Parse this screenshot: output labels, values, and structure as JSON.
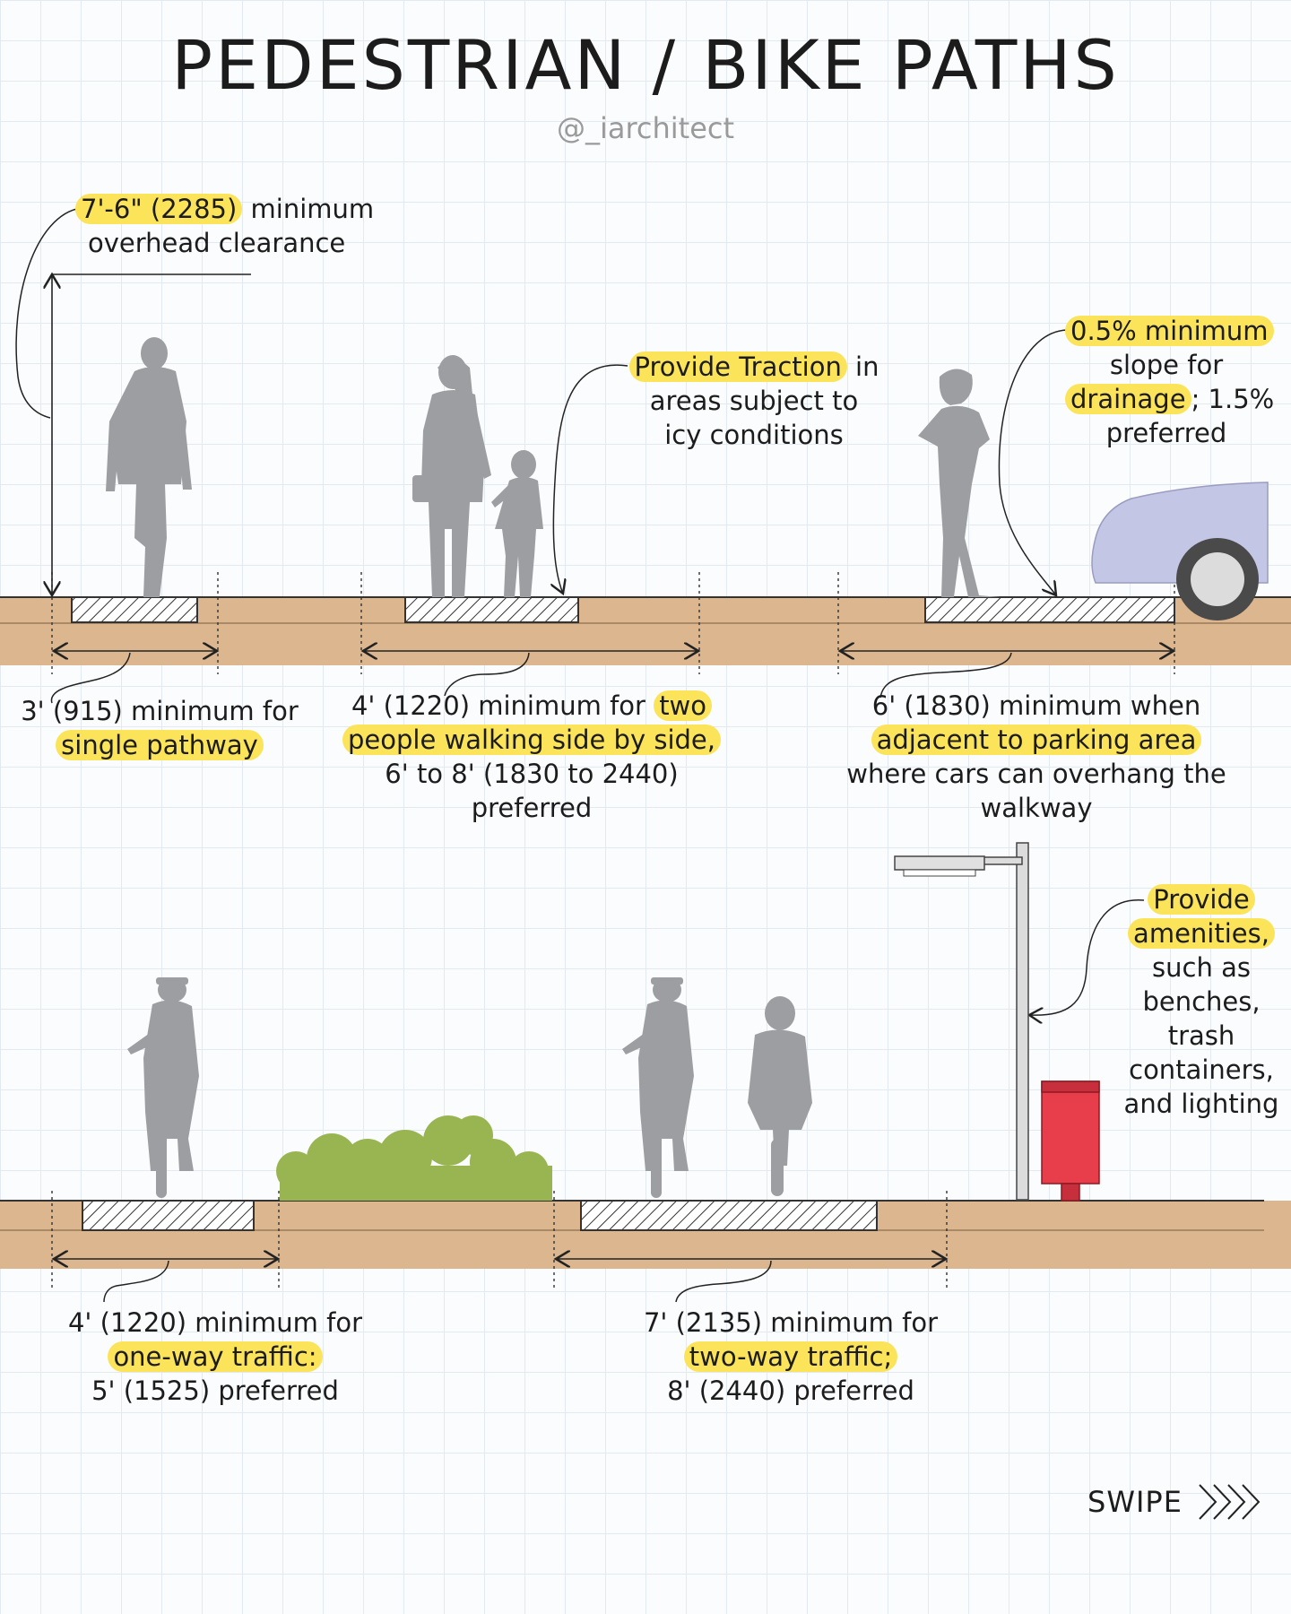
{
  "title": "PEDESTRIAN / BIKE PATHS",
  "handle": "@_iarchitect",
  "notes": {
    "clearance": {
      "hl": "7'-6\" (2285)",
      "rest1": " minimum",
      "line2": "overhead clearance"
    },
    "traction": {
      "hl": "Provide Traction",
      "rest1": " in",
      "line2": "areas subject to",
      "line3": "icy conditions"
    },
    "slope": {
      "hl1": "0.5% minimum",
      "line2": "slope for",
      "hl2": "drainage",
      "rest3": "; 1.5%",
      "line4": "preferred"
    },
    "single": {
      "line1": "3' (915) minimum for",
      "hl": "single pathway"
    },
    "two_people": {
      "line1a": "4' (1220) minimum for ",
      "hl1": "two",
      "hl2": "people walking side by side,",
      "line3": "6' to 8' (1830 to 2440)",
      "line4": "preferred"
    },
    "parking": {
      "line1": "6' (1830) minimum when",
      "hl": "adjacent to parking area",
      "line3": "where cars can overhang the",
      "line4": "walkway"
    },
    "amenities": {
      "hl1": "Provide",
      "hl2": "amenities,",
      "line3": "such as",
      "line4": "benches,",
      "line5": "trash",
      "line6": "containers,",
      "line7": "and lighting"
    },
    "one_way": {
      "line1": "4' (1220) minimum for",
      "hl": "one-way traffic:",
      "line3": "5' (1525) preferred"
    },
    "two_way": {
      "line1": "7' (2135) minimum for",
      "hl": "two-way traffic;",
      "line3": "8' (2440) preferred"
    }
  },
  "swipe": "SWIPE",
  "colors": {
    "ground": "#dbb68f",
    "silhouette": "#9c9ea1",
    "car": "#c4c6e6",
    "bin": "#e83e4c",
    "shrub": "#98b552",
    "highlight": "#fbe45a"
  }
}
